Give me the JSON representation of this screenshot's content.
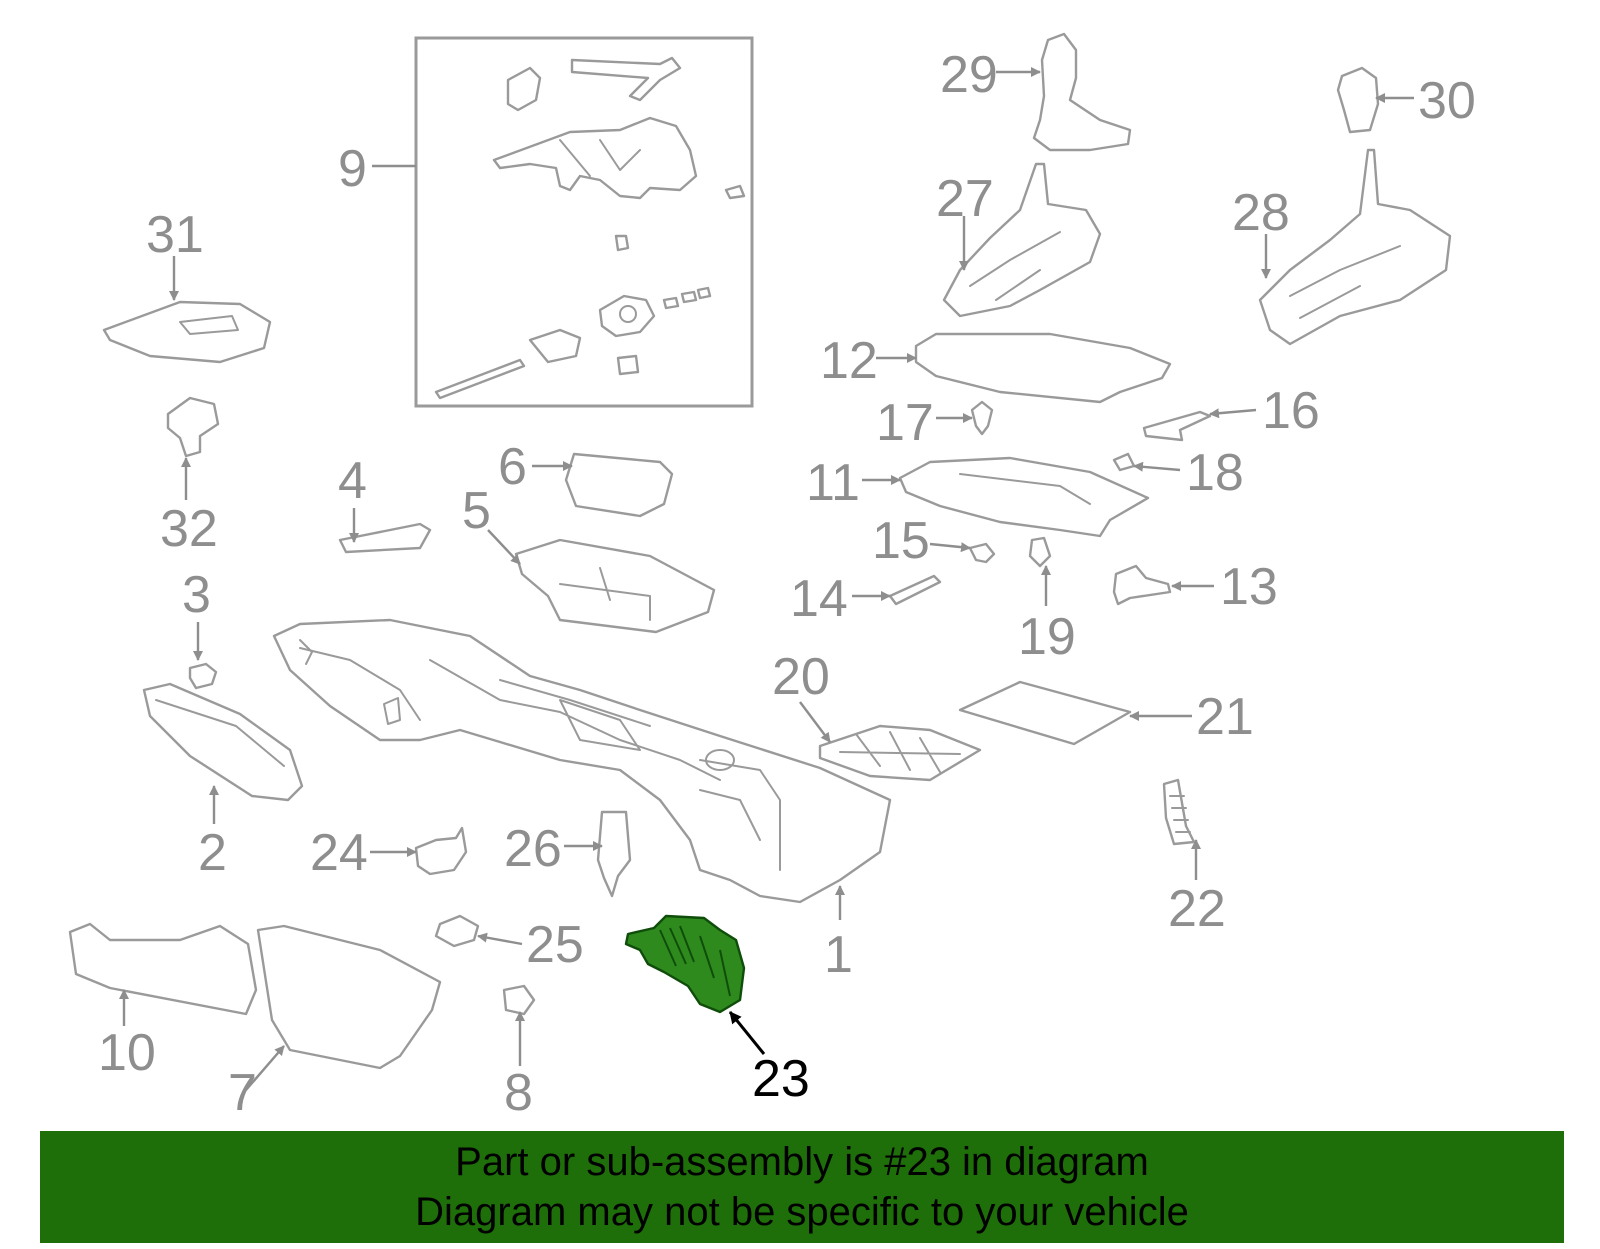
{
  "diagram": {
    "highlight_color": "#2f8a1e",
    "highlighted_part": "23",
    "callouts": [
      {
        "id": "1",
        "label": "1"
      },
      {
        "id": "2",
        "label": "2"
      },
      {
        "id": "3",
        "label": "3"
      },
      {
        "id": "4",
        "label": "4"
      },
      {
        "id": "5",
        "label": "5"
      },
      {
        "id": "6",
        "label": "6"
      },
      {
        "id": "7",
        "label": "7"
      },
      {
        "id": "8",
        "label": "8"
      },
      {
        "id": "9",
        "label": "9"
      },
      {
        "id": "10",
        "label": "10"
      },
      {
        "id": "11",
        "label": "11"
      },
      {
        "id": "12",
        "label": "12"
      },
      {
        "id": "13",
        "label": "13"
      },
      {
        "id": "14",
        "label": "14"
      },
      {
        "id": "15",
        "label": "15"
      },
      {
        "id": "16",
        "label": "16"
      },
      {
        "id": "17",
        "label": "17"
      },
      {
        "id": "18",
        "label": "18"
      },
      {
        "id": "19",
        "label": "19"
      },
      {
        "id": "20",
        "label": "20"
      },
      {
        "id": "21",
        "label": "21"
      },
      {
        "id": "22",
        "label": "22"
      },
      {
        "id": "23",
        "label": "23"
      },
      {
        "id": "24",
        "label": "24"
      },
      {
        "id": "25",
        "label": "25"
      },
      {
        "id": "26",
        "label": "26"
      },
      {
        "id": "27",
        "label": "27"
      },
      {
        "id": "28",
        "label": "28"
      },
      {
        "id": "29",
        "label": "29"
      },
      {
        "id": "30",
        "label": "30"
      },
      {
        "id": "31",
        "label": "31"
      },
      {
        "id": "32",
        "label": "32"
      }
    ]
  },
  "banner": {
    "background": "#1e6e0a",
    "line1": "Part or sub-assembly is #23 in diagram",
    "line2": "Diagram may not be specific to your vehicle"
  }
}
